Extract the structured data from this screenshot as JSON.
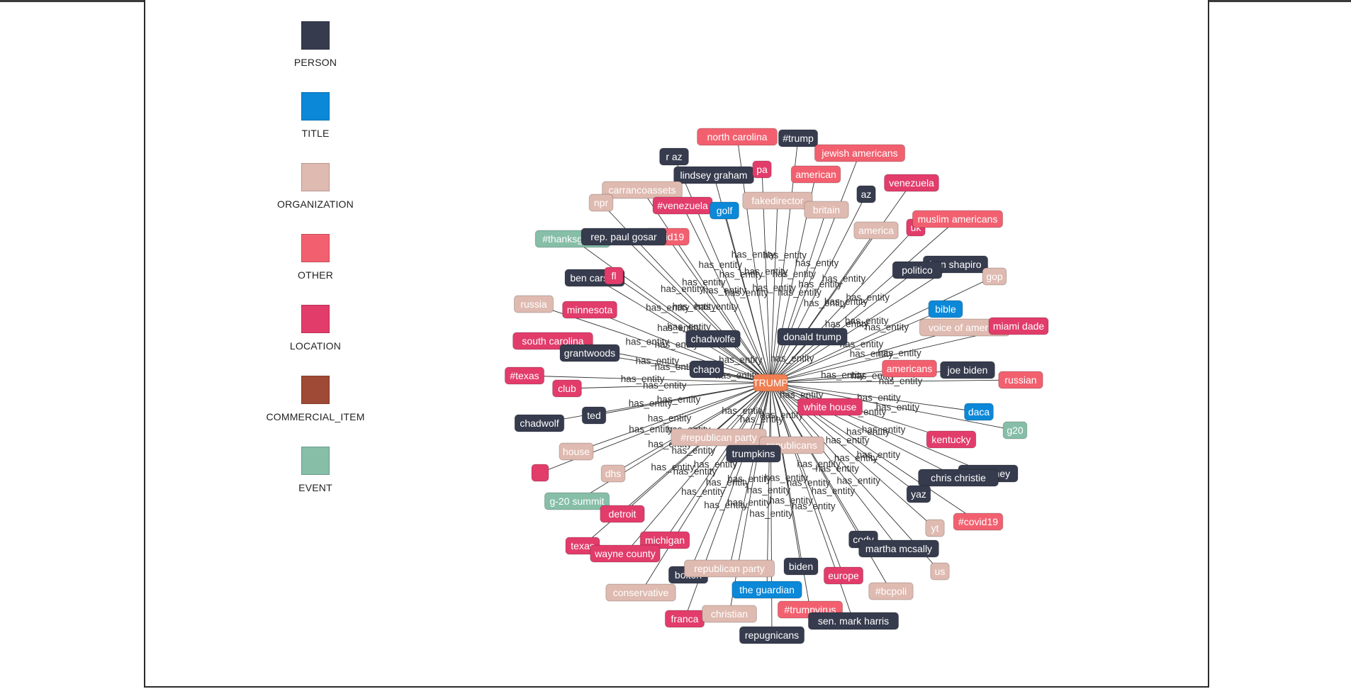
{
  "colors": {
    "PERSON": "#363b4d",
    "TITLE": "#0b88d8",
    "ORGANIZATION": "#dfbab0",
    "OTHER": "#f2606f",
    "LOCATION": "#e23c6b",
    "COMMERCIAL_ITEM": "#9e4a36",
    "EVENT": "#86bea8",
    "CENTER": "#ef7f52"
  },
  "legend": [
    {
      "type": "PERSON",
      "label": "PERSON"
    },
    {
      "type": "TITLE",
      "label": "TITLE"
    },
    {
      "type": "ORGANIZATION",
      "label": "ORGANIZATION"
    },
    {
      "type": "OTHER",
      "label": "OTHER"
    },
    {
      "type": "LOCATION",
      "label": "LOCATION"
    },
    {
      "type": "COMMERCIAL_ITEM",
      "label": "COMMERCIAL_ITEM"
    },
    {
      "type": "EVENT",
      "label": "EVENT"
    }
  ],
  "graph": {
    "center": {
      "label": "TRUMP",
      "type": "CENTER"
    },
    "edge_label": "has_entity",
    "nodes": [
      {
        "label": "north carolina",
        "type": "OTHER"
      },
      {
        "label": "#trump",
        "type": "PERSON"
      },
      {
        "label": "jewish americans",
        "type": "OTHER"
      },
      {
        "label": "r az",
        "type": "PERSON"
      },
      {
        "label": "lindsey graham",
        "type": "PERSON"
      },
      {
        "label": "pa",
        "type": "LOCATION"
      },
      {
        "label": "american",
        "type": "OTHER"
      },
      {
        "label": "venezuela",
        "type": "LOCATION"
      },
      {
        "label": "carrancoassets",
        "type": "ORGANIZATION"
      },
      {
        "label": "npr",
        "type": "ORGANIZATION"
      },
      {
        "label": "#venezuela",
        "type": "LOCATION"
      },
      {
        "label": "golf",
        "type": "TITLE"
      },
      {
        "label": "fakedirector",
        "type": "ORGANIZATION"
      },
      {
        "label": "az",
        "type": "PERSON"
      },
      {
        "label": "britain",
        "type": "ORGANIZATION"
      },
      {
        "label": "#thanksgiving",
        "type": "EVENT"
      },
      {
        "label": "covid19",
        "type": "OTHER"
      },
      {
        "label": "rep. paul gosar",
        "type": "PERSON"
      },
      {
        "label": "america",
        "type": "ORGANIZATION"
      },
      {
        "label": "uk",
        "type": "LOCATION"
      },
      {
        "label": "muslim americans",
        "type": "OTHER"
      },
      {
        "label": "ben carson",
        "type": "PERSON"
      },
      {
        "label": "fl",
        "type": "LOCATION"
      },
      {
        "label": "ben shapiro",
        "type": "PERSON"
      },
      {
        "label": "politico",
        "type": "PERSON"
      },
      {
        "label": "gop",
        "type": "ORGANIZATION"
      },
      {
        "label": "russia",
        "type": "ORGANIZATION"
      },
      {
        "label": "minnesota",
        "type": "LOCATION"
      },
      {
        "label": "bible",
        "type": "TITLE"
      },
      {
        "label": "voice of america",
        "type": "ORGANIZATION"
      },
      {
        "label": "miami dade",
        "type": "LOCATION"
      },
      {
        "label": "chadwolfe",
        "type": "PERSON"
      },
      {
        "label": "donald trump",
        "type": "PERSON"
      },
      {
        "label": "south carolina",
        "type": "LOCATION"
      },
      {
        "label": "grantwoods",
        "type": "PERSON"
      },
      {
        "label": "#texas",
        "type": "LOCATION"
      },
      {
        "label": "chapo",
        "type": "PERSON"
      },
      {
        "label": "americans",
        "type": "OTHER"
      },
      {
        "label": "joe biden",
        "type": "PERSON"
      },
      {
        "label": "russian",
        "type": "OTHER"
      },
      {
        "label": "club",
        "type": "LOCATION"
      },
      {
        "label": "white house",
        "type": "LOCATION"
      },
      {
        "label": "daca",
        "type": "TITLE"
      },
      {
        "label": "ted",
        "type": "PERSON"
      },
      {
        "label": "chadwolf",
        "type": "PERSON"
      },
      {
        "label": "g20",
        "type": "EVENT"
      },
      {
        "label": "#republican party",
        "type": "ORGANIZATION"
      },
      {
        "label": "kentucky",
        "type": "LOCATION"
      },
      {
        "label": "house",
        "type": "ORGANIZATION"
      },
      {
        "label": "republicans",
        "type": "ORGANIZATION"
      },
      {
        "label": "trumpkins",
        "type": "PERSON"
      },
      {
        "label": "",
        "type": "LOCATION"
      },
      {
        "label": "dhs",
        "type": "ORGANIZATION"
      },
      {
        "label": "liz cheney",
        "type": "PERSON"
      },
      {
        "label": "chris christie",
        "type": "PERSON"
      },
      {
        "label": "g-20 summit",
        "type": "EVENT"
      },
      {
        "label": "yaz",
        "type": "PERSON"
      },
      {
        "label": "detroit",
        "type": "LOCATION"
      },
      {
        "label": "#covid19",
        "type": "OTHER"
      },
      {
        "label": "yt",
        "type": "ORGANIZATION"
      },
      {
        "label": "cody",
        "type": "PERSON"
      },
      {
        "label": "martha mcsally",
        "type": "PERSON"
      },
      {
        "label": "michigan",
        "type": "LOCATION"
      },
      {
        "label": "texas",
        "type": "LOCATION"
      },
      {
        "label": "wayne county",
        "type": "LOCATION"
      },
      {
        "label": "us",
        "type": "ORGANIZATION"
      },
      {
        "label": "biden",
        "type": "PERSON"
      },
      {
        "label": "bolton",
        "type": "PERSON"
      },
      {
        "label": "republican party",
        "type": "ORGANIZATION"
      },
      {
        "label": "europe",
        "type": "LOCATION"
      },
      {
        "label": "the guardian",
        "type": "TITLE"
      },
      {
        "label": "#bcpoli",
        "type": "ORGANIZATION"
      },
      {
        "label": "conservative",
        "type": "ORGANIZATION"
      },
      {
        "label": "#trumpvirus",
        "type": "OTHER"
      },
      {
        "label": "franca",
        "type": "LOCATION"
      },
      {
        "label": "christian",
        "type": "ORGANIZATION"
      },
      {
        "label": "sen. mark harris",
        "type": "PERSON"
      },
      {
        "label": "repugnicans",
        "type": "PERSON"
      }
    ]
  }
}
